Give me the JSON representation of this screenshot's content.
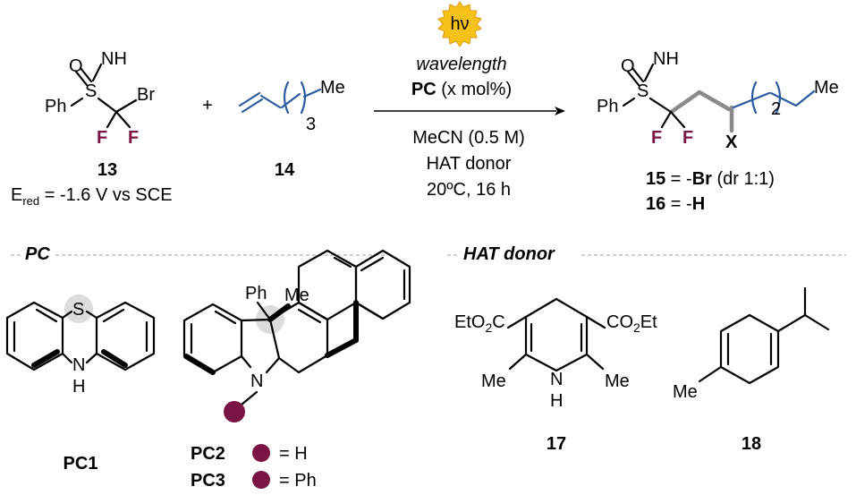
{
  "reaction": {
    "hv": "hν",
    "cond_wavelength": "wavelength",
    "cond_pc_bold": "PC",
    "cond_pc_rest": " (x mol%)",
    "cond_solvent": "MeCN (0.5 M)",
    "cond_hat": "HAT donor",
    "cond_temp": "20ºC, 16 h",
    "plus": "+"
  },
  "compound13": {
    "number": "13",
    "o": "O",
    "s": "S",
    "nh": "NH",
    "ph": "Ph",
    "br": "Br",
    "f1": "F",
    "f2": "F",
    "ered_prefix": "E",
    "ered_sub": "red",
    "ered_rest": " = -1.6 V vs SCE"
  },
  "compound14": {
    "number": "14",
    "me": "Me",
    "n": "3"
  },
  "product": {
    "o": "O",
    "s": "S",
    "nh": "NH",
    "ph": "Ph",
    "f1": "F",
    "f2": "F",
    "x": "X",
    "n": "2",
    "me": "Me",
    "l15_num": "15",
    "l15_eq": " = -",
    "l15_br": "Br",
    "l15_dr": " (dr 1:1)",
    "l16_num": "16",
    "l16_eq": " = -",
    "l16_h": "H"
  },
  "pc_section": {
    "title": "PC",
    "pc1": {
      "label": "PC1",
      "s": "S",
      "n": "N",
      "h": "H"
    },
    "pc23": {
      "ph": "Ph",
      "me": "Me",
      "n": "N"
    },
    "pc2_label": "PC2",
    "pc2_eq": "= H",
    "pc3_label": "PC3",
    "pc3_eq": "= Ph"
  },
  "hat_section": {
    "title": "HAT donor",
    "c17": {
      "number": "17",
      "eto2c": "EtO",
      "eto2c_sub": "2",
      "eto2c_tail": "C",
      "co2et": "CO",
      "co2et_sub": "2",
      "co2et_tail": "Et",
      "me_l": "Me",
      "me_r": "Me",
      "n": "N",
      "h": "H"
    },
    "c18": {
      "number": "18",
      "me": "Me"
    }
  },
  "colors": {
    "fluorine": "#7a1445",
    "chain_blue": "#2a5a9e",
    "substituent_dot": "#7a1445",
    "hv_sun": "#f6c21a"
  }
}
